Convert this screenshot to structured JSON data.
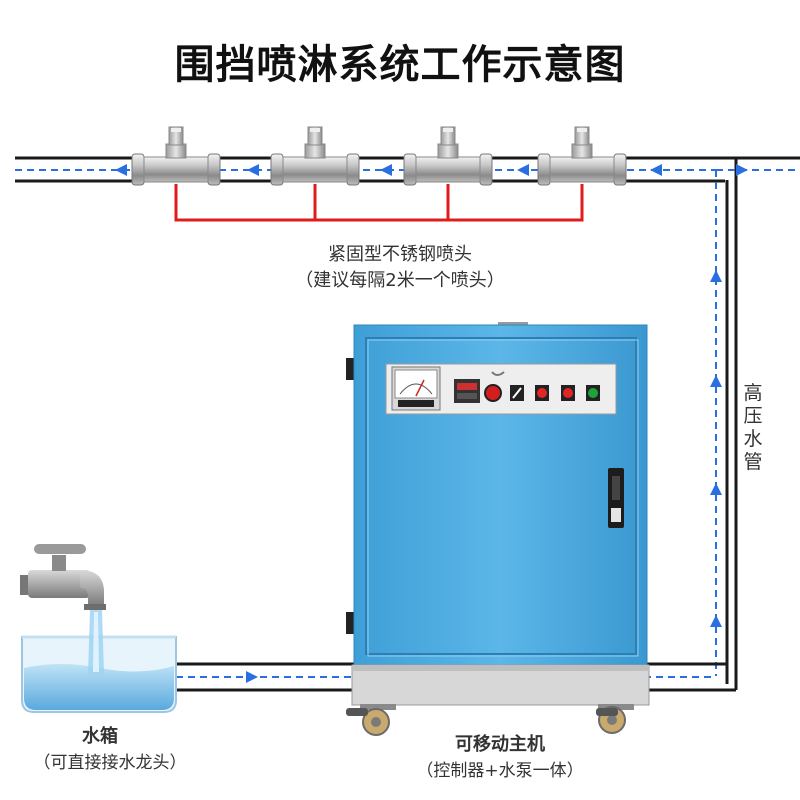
{
  "title": "围挡喷淋系统工作示意图",
  "nozzles": {
    "name": "紧固型不锈钢喷头",
    "note": "（建议每隔2米一个喷头）",
    "count": 4
  },
  "high_pressure_pipe": {
    "label": "高压水管"
  },
  "water_tank": {
    "name": "水箱",
    "note": "（可直接接水龙头）"
  },
  "main_unit": {
    "name": "可移动主机",
    "note": "（控制器+水泵一体）"
  },
  "colors": {
    "pipe": "#1a1a1a",
    "flow_arrow": "#2a6fe0",
    "branch": "#e01b1b",
    "cabinet": "#5ab3e6",
    "tank_water": "#7ec3ec"
  },
  "icons": [
    "faucet-icon",
    "gauge-icon",
    "red-button-icon",
    "green-button-icon",
    "caster-wheel-icon",
    "door-handle-icon"
  ]
}
